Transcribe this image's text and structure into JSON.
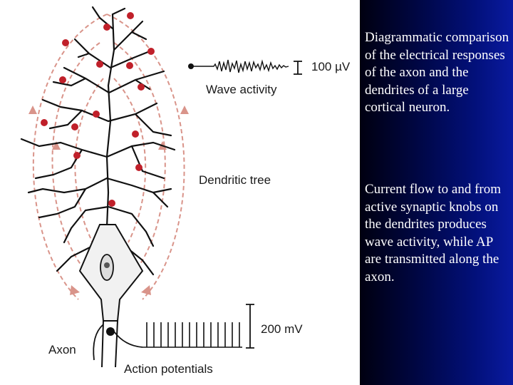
{
  "diagram": {
    "labels": {
      "wave_scale": "100 µV",
      "wave_activity": "Wave activity",
      "dendritic_tree": "Dendritic tree",
      "ap_scale": "200 mV",
      "axon": "Axon",
      "action_potentials": "Action potentials"
    },
    "colors": {
      "neuron": "#111111",
      "current_flow": "#d9948a",
      "knob": "#c0202a",
      "soma": "#f1f1f1"
    }
  },
  "text_panel": {
    "paragraph_1": "Diagrammatic comparison of the electrical responses of the axon and the dendrites of a large cortical neuron.",
    "paragraph_2": "Current  flow to and from active synaptic knobs on the dendrites produces wave activity, while AP are transmitted along the axon."
  }
}
